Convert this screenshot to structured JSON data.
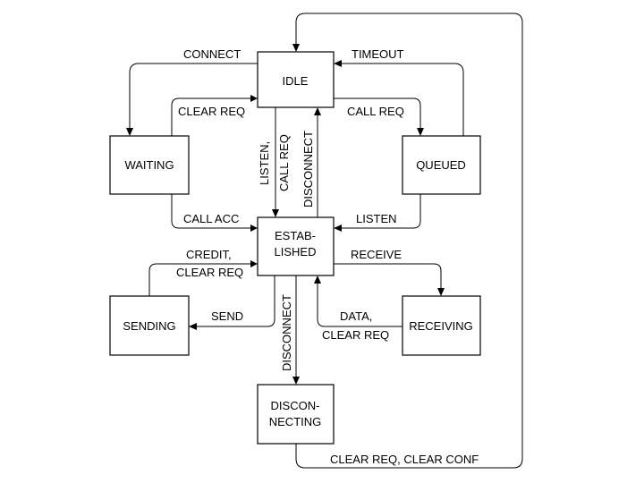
{
  "states": {
    "idle": "IDLE",
    "waiting": "WAITING",
    "queued": "QUEUED",
    "established": [
      "ESTAB-",
      "LISHED"
    ],
    "sending": "SENDING",
    "receiving": "RECEIVING",
    "disconnecting": [
      "DISCON-",
      "NECTING"
    ]
  },
  "transitions": {
    "connect": "CONNECT",
    "timeout": "TIMEOUT",
    "clear_req_idle": "CLEAR REQ",
    "call_req_queue": "CALL REQ",
    "call_acc": "CALL ACC",
    "listen_queued": "LISTEN",
    "listen_call_req": [
      "LISTEN,",
      "CALL REQ"
    ],
    "disconnect_up": "DISCONNECT",
    "credit_clear": [
      "CREDIT,",
      "CLEAR REQ"
    ],
    "send": "SEND",
    "receive": "RECEIVE",
    "data_clear": [
      "DATA,",
      "CLEAR REQ"
    ],
    "disconnect_down": "DISCONNECT",
    "clear_req_clear_conf": "CLEAR REQ, CLEAR CONF"
  }
}
